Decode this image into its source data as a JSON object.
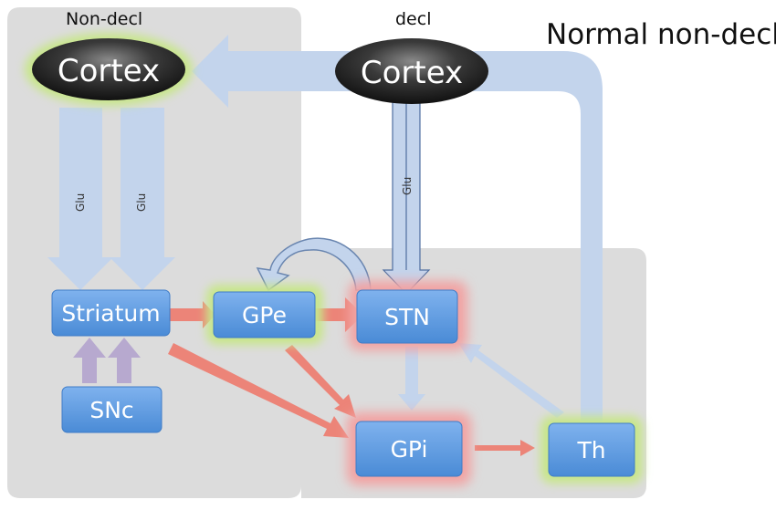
{
  "title": "Normal non-decl.",
  "cortex_nondecl": {
    "caption": "Non-decl",
    "label": "Cortex"
  },
  "cortex_decl": {
    "caption": "decl",
    "label": "Cortex"
  },
  "nodes": {
    "striatum": "Striatum",
    "gpe": "GPe",
    "stn": "STN",
    "snc": "SNc",
    "gpi": "GPi",
    "th": "Th"
  },
  "glu_labels": [
    "Glu",
    "Glu",
    "Glu"
  ],
  "colors": {
    "panel": "#dcdcdc",
    "node_fill": "#5b9be0",
    "excitatory_arrow": "#c3d4ec",
    "inhibitory_arrow": "#ec8478",
    "dopamine_arrow": "#b7a9cf",
    "glow_green": "#c8e68a",
    "glow_red": "#f2a3a3",
    "cortex_fill": "#2b2b2b"
  }
}
